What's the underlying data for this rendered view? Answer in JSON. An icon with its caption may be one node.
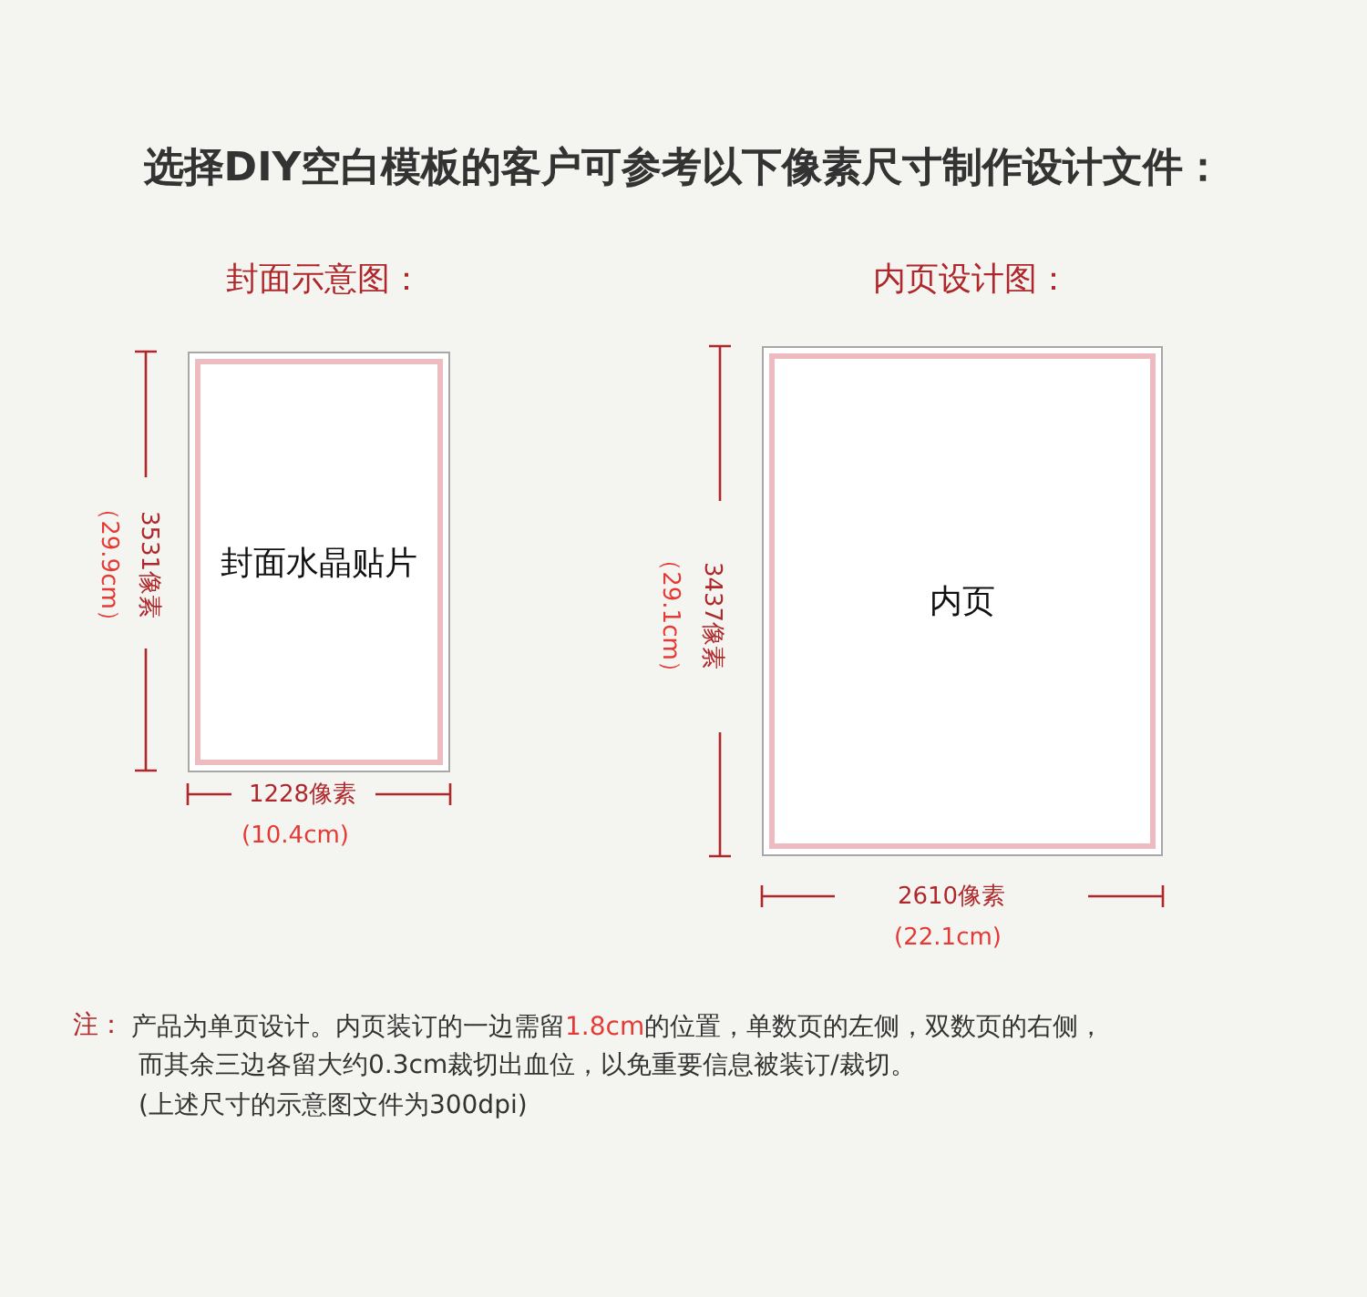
{
  "diagram": {
    "title": "选择DIY空白模板的客户可参考以下像素尺寸制作设计文件：",
    "nodes": [
      {
        "text": [
          "封面水晶贴片"
        ]
      },
      {
        "text": [
          "内页"
        ]
      }
    ],
    "edges": [],
    "labels": [
      "封面示意图：",
      "内页设计图：",
      "3531像素",
      "（29.9cm）",
      "1228像素",
      "(10.4cm)",
      "3437像素",
      "（29.1cm）",
      "2610像素",
      "(22.1cm)",
      "注：",
      "产品为单页设计。内页装订的一边需留",
      "1.8cm",
      "的位置，单数页的左侧，双数页的右侧，",
      "而其余三边各留大约0.3cm裁切出血位，以免重要信息被装订/裁切。",
      "(上述尺寸的示意图文件为300dpi)"
    ]
  }
}
